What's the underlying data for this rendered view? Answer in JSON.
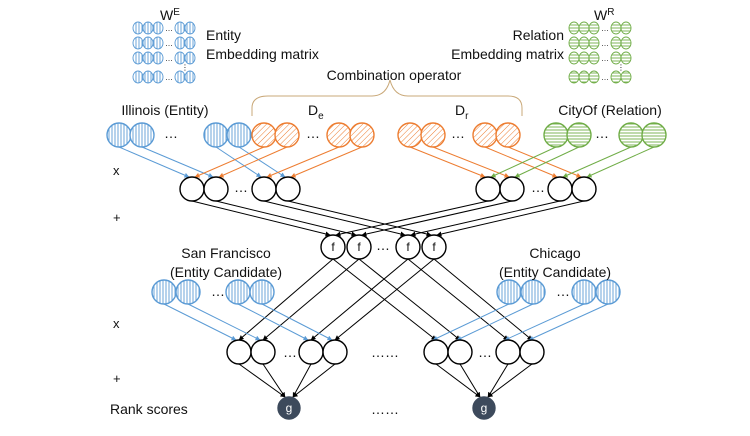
{
  "top": {
    "we_label": "W",
    "we_sup": "E",
    "entity_matrix_line1": "Entity",
    "entity_matrix_line2": "Embedding matrix",
    "wr_label": "W",
    "wr_sup": "R",
    "relation_matrix_line1": "Relation",
    "relation_matrix_line2": "Embedding matrix",
    "combination_operator": "Combination operator"
  },
  "inputs": {
    "entity_label": "Illinois (Entity)",
    "de_label": "D",
    "de_sub": "e",
    "dr_label": "D",
    "dr_sub": "r",
    "relation_label": "CityOf (Relation)"
  },
  "candidates": {
    "left_line1": "San Francisco",
    "left_line2": "(Entity Candidate)",
    "right_line1": "Chicago",
    "right_line2": "(Entity Candidate)"
  },
  "operators": {
    "times_1": "x",
    "plus_1": "+",
    "times_2": "x",
    "plus_2": "+"
  },
  "nodes": {
    "f_label": "f",
    "g_label": "g",
    "ellipsis": "…",
    "wide_ellipsis": "……"
  },
  "rank_scores": "Rank scores",
  "colors": {
    "entity_blue": "#5b9bd5",
    "diff_orange": "#ed7d31",
    "relation_green": "#70ad47",
    "score_node": "#3d4a5c",
    "line_black": "#000000"
  }
}
